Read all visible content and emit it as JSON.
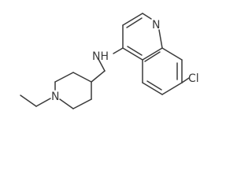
{
  "molecule": {
    "atoms": {
      "quinoline_n": "N",
      "amine_nh": "NH",
      "chlorine": "Cl",
      "piperidine_n": "N"
    },
    "colors": {
      "bond": "#3a3a3a",
      "label": "#3a3a3a",
      "background": "#ffffff"
    }
  }
}
